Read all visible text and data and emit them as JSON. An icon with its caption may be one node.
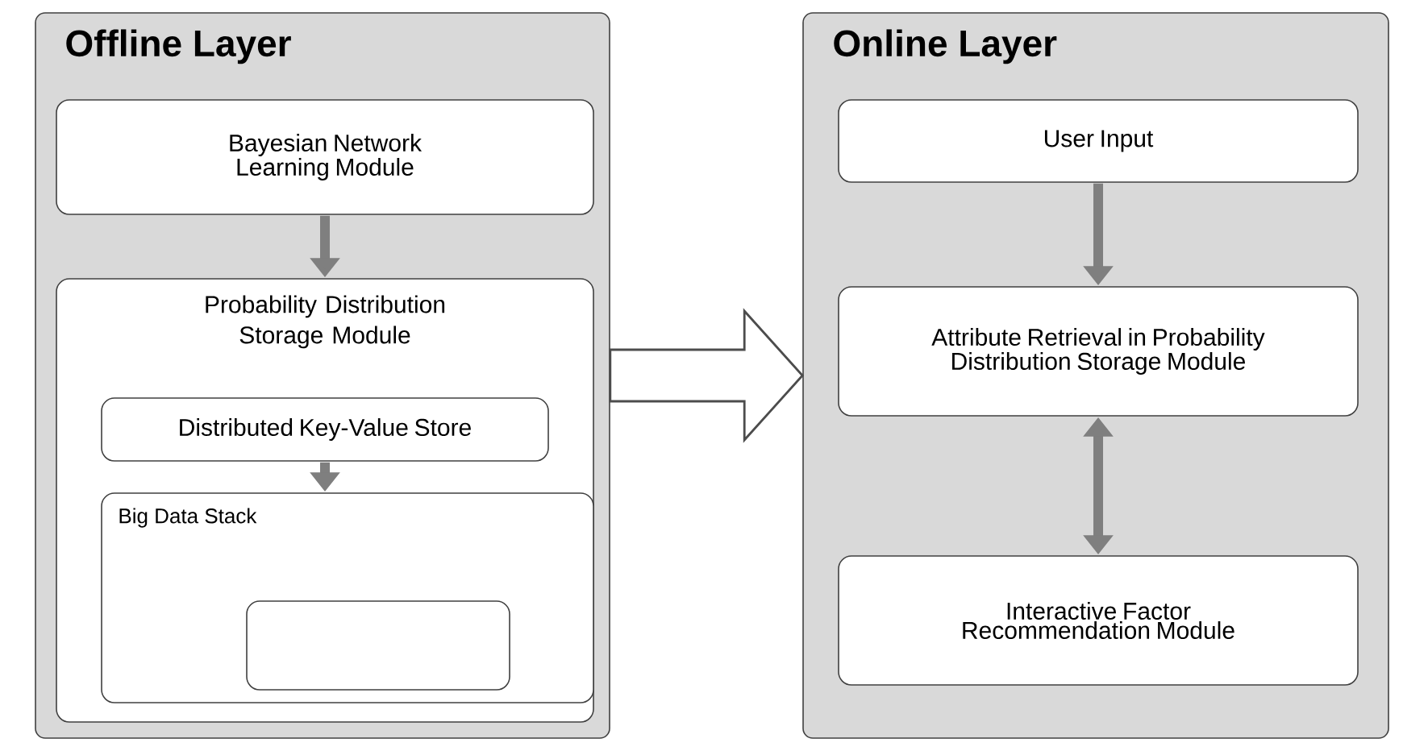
{
  "diagram": {
    "nodes": [
      {
        "text": [
          "Offline Layer"
        ]
      },
      {
        "text": [
          "Bayesian Network Learning Module"
        ],
        "in": 0
      },
      {
        "text": [
          "Probability Distribution Storage Module"
        ],
        "in": 0
      },
      {
        "text": [
          "Distributed Key-Value Store"
        ],
        "in": 2
      },
      {
        "text": [
          "Big Data Stack"
        ],
        "in": 2
      },
      {
        "text": [],
        "shape": "box",
        "in": 4
      },
      {
        "text": [
          "Online Layer"
        ]
      },
      {
        "text": [
          "User Input"
        ],
        "in": 6
      },
      {
        "text": [
          "Attribute Retrieval in Probability Distribution Storage Module"
        ],
        "in": 6
      },
      {
        "text": [
          "Interactive Factor Recommendation Module"
        ],
        "in": 6
      }
    ],
    "edges": [
      {
        "from": 0,
        "to": 6,
        "arrow": "to",
        "style": "thick"
      },
      {
        "from": 1,
        "to": 2,
        "arrow": "to"
      },
      {
        "from": 3,
        "to": 4,
        "arrow": "to"
      },
      {
        "from": 7,
        "to": 8,
        "arrow": "to"
      },
      {
        "from": 8,
        "to": 9,
        "arrow": "both"
      }
    ]
  }
}
